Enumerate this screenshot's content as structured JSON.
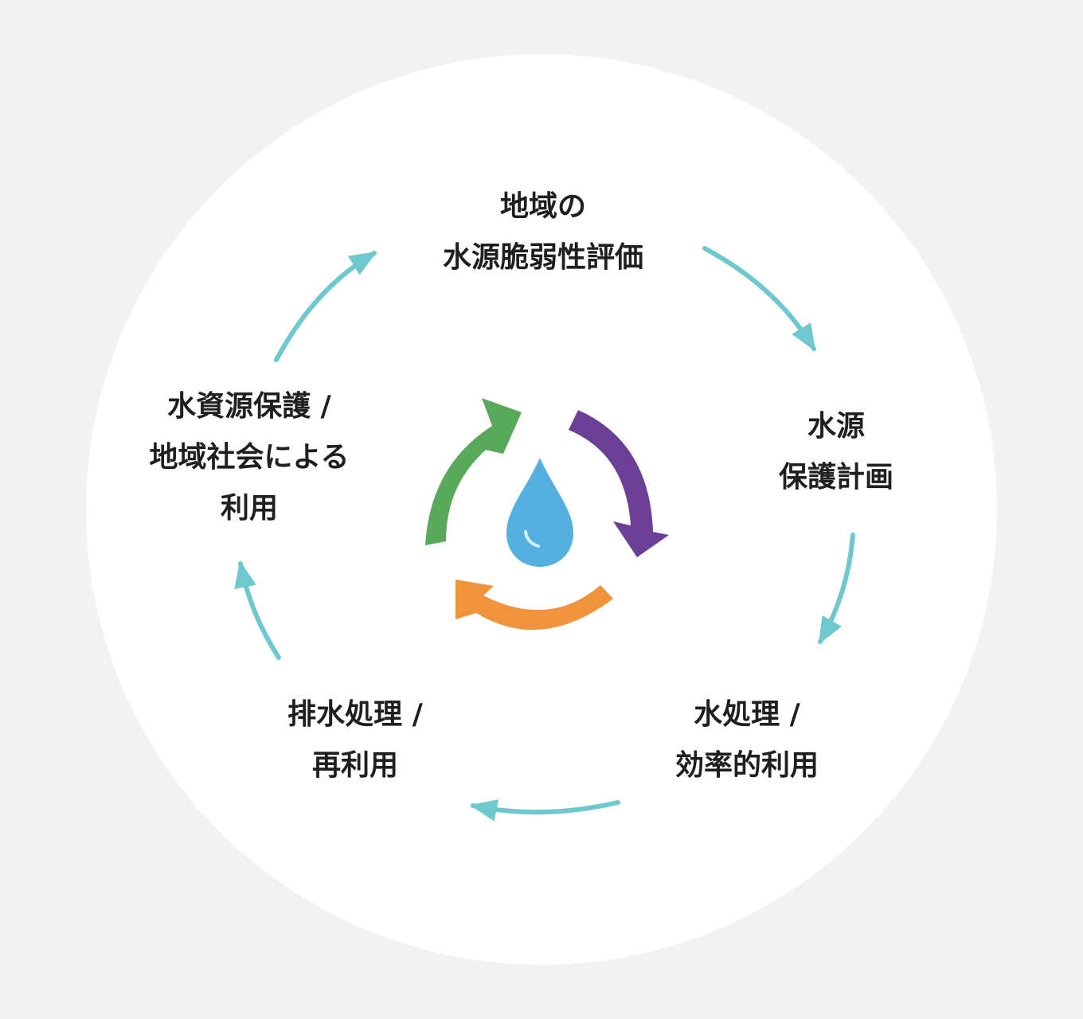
{
  "colors": {
    "page_background": "#f2f2f2",
    "circle_background": "#ffffff",
    "cycle_arrow": "#6ec8cd",
    "text": "#1f1f1f",
    "recycle_green": "#58a95a",
    "recycle_purple": "#6b3f93",
    "recycle_orange": "#f0933c",
    "water_drop": "#55b0df",
    "water_drop_highlight": "#d6eef9"
  },
  "icons": {
    "center": "water-drop-icon",
    "recycle": "recycle-arrows-icon"
  },
  "steps": [
    {
      "lines": [
        "地域の",
        "水源脆弱性評価"
      ]
    },
    {
      "lines": [
        "水源",
        "保護計画"
      ]
    },
    {
      "lines": [
        "水処理 /",
        "効率的利用"
      ]
    },
    {
      "lines": [
        "排水処理 /",
        "再利用"
      ]
    },
    {
      "lines": [
        "水資源保護 /",
        "地域社会による",
        "利用"
      ]
    }
  ]
}
